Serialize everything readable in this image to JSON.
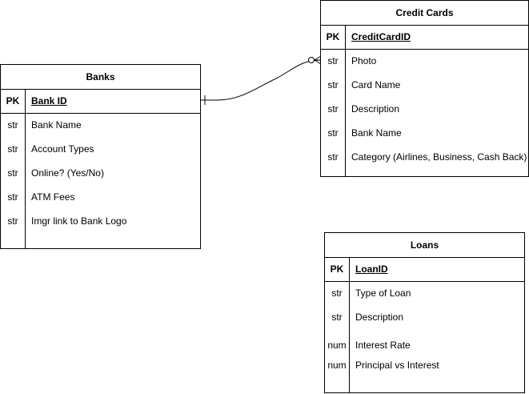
{
  "banks": {
    "title": "Banks",
    "pk_key": "PK",
    "pk_name": "Bank ID",
    "fields": [
      {
        "type": "str",
        "name": "Bank Name"
      },
      {
        "type": "str",
        "name": "Account Types"
      },
      {
        "type": "str",
        "name": "Online? (Yes/No)"
      },
      {
        "type": "str",
        "name": "ATM Fees"
      },
      {
        "type": "str",
        "name": "Imgr link to Bank Logo"
      }
    ]
  },
  "credit_cards": {
    "title": "Credit Cards",
    "pk_key": "PK",
    "pk_name": "CreditCardID",
    "fields": [
      {
        "type": "str",
        "name": "Photo"
      },
      {
        "type": "str",
        "name": "Card Name"
      },
      {
        "type": "str",
        "name": "Description"
      },
      {
        "type": "str",
        "name": "Bank Name"
      },
      {
        "type": "str",
        "name": "Category (Airlines, Business, Cash Back)"
      }
    ]
  },
  "loans": {
    "title": "Loans",
    "pk_key": "PK",
    "pk_name": "LoanID",
    "fields": [
      {
        "type": "str",
        "name": "Type of Loan"
      },
      {
        "type": "str",
        "name": "Description"
      },
      {
        "type": "num",
        "name": "Interest Rate"
      },
      {
        "type": "num",
        "name": "Principal vs Interest"
      }
    ]
  },
  "relationship": {
    "from": "Banks",
    "to": "Credit Cards",
    "from_end": "one",
    "to_end": "zero-or-many"
  }
}
